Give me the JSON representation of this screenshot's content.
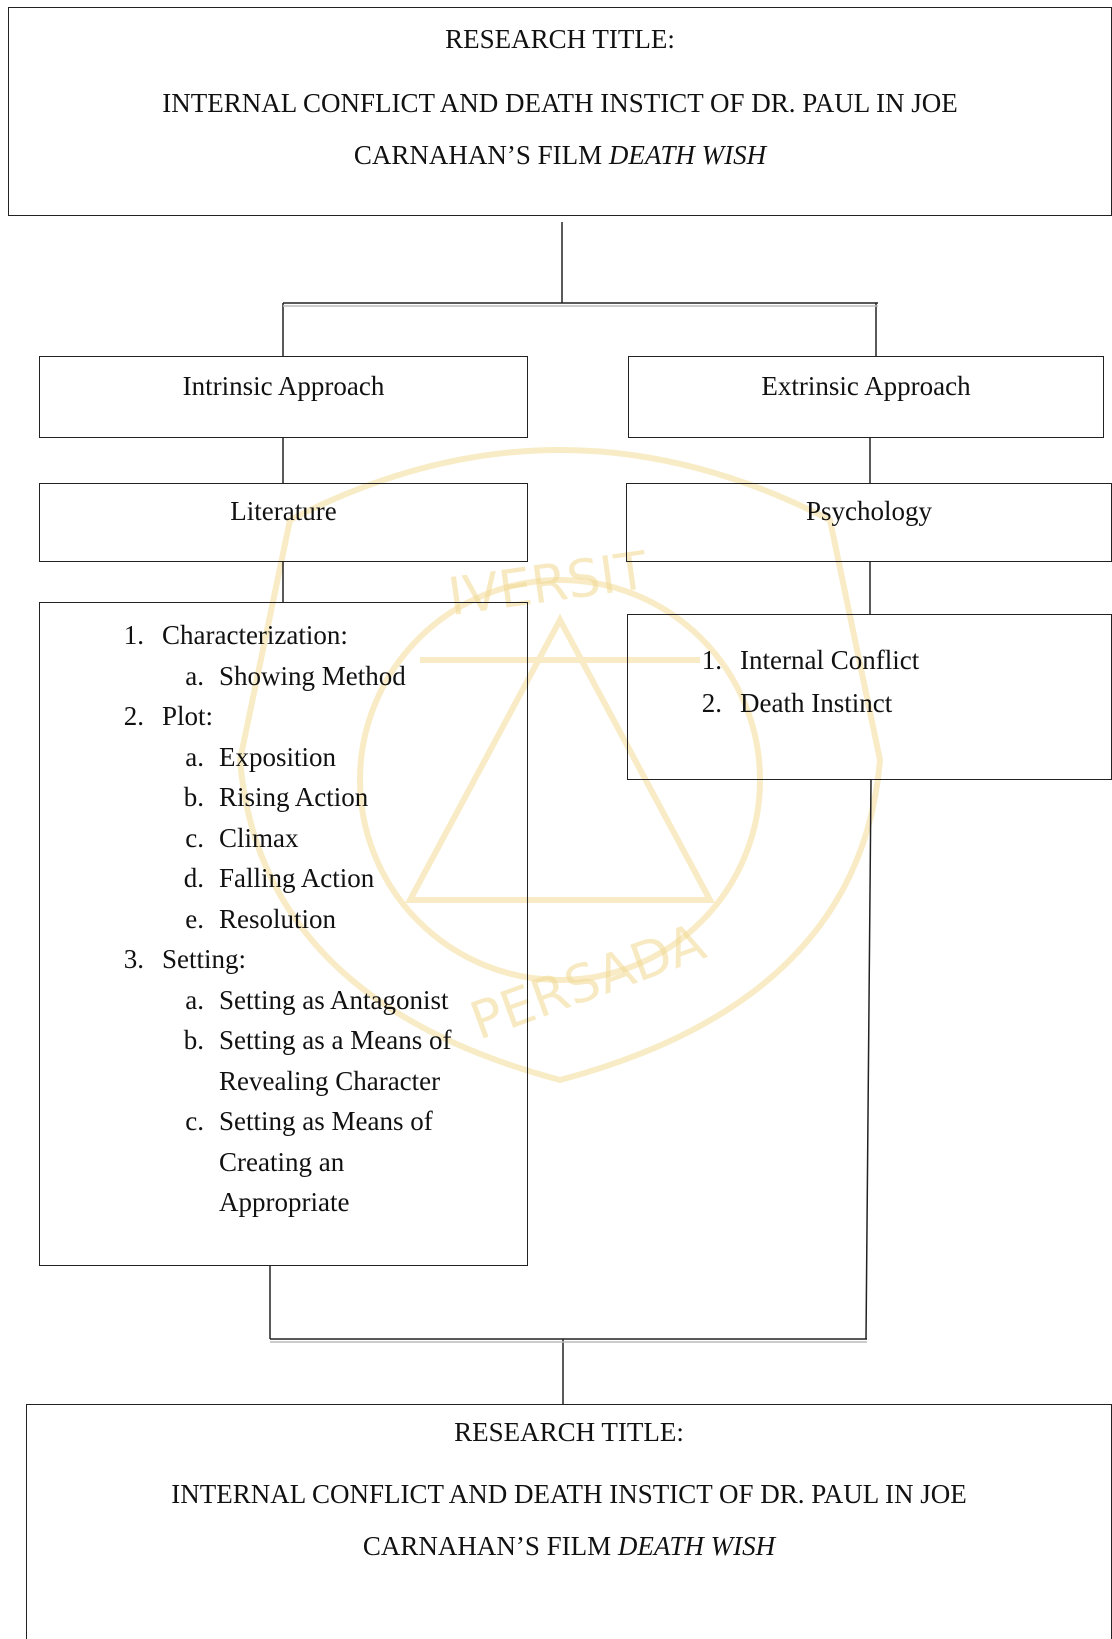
{
  "top_title": {
    "label": "RESEARCH TITLE:",
    "line1": "INTERNAL CONFLICT AND DEATH INSTICT OF DR. PAUL IN JOE",
    "line2_prefix": "CARNAHAN’S FILM ",
    "line2_italic": "DEATH WISH"
  },
  "intrinsic": {
    "approach_label": "Intrinsic Approach",
    "category_label": "Literature",
    "items": [
      {
        "num": "1.",
        "text": "Characterization:",
        "subs": [
          {
            "letter": "a.",
            "text": "Showing Method"
          }
        ]
      },
      {
        "num": "2.",
        "text": "Plot:",
        "subs": [
          {
            "letter": "a.",
            "text": "Exposition"
          },
          {
            "letter": "b.",
            "text": "Rising Action"
          },
          {
            "letter": "c.",
            "text": "Climax"
          },
          {
            "letter": "d.",
            "text": "Falling Action"
          },
          {
            "letter": "e.",
            "text": "Resolution"
          }
        ]
      },
      {
        "num": "3.",
        "text": "Setting:",
        "subs": [
          {
            "letter": "a.",
            "text": "Setting as Antagonist"
          },
          {
            "letter": "b.",
            "text": "Setting as a Means of"
          },
          {
            "letter": "",
            "text": "Revealing Character"
          },
          {
            "letter": "c.",
            "text": "Setting as Means of"
          },
          {
            "letter": "",
            "text": "Creating an"
          },
          {
            "letter": "",
            "text": "Appropriate"
          }
        ]
      }
    ]
  },
  "extrinsic": {
    "approach_label": "Extrinsic Approach",
    "category_label": "Psychology",
    "items": [
      {
        "num": "1.",
        "text": "Internal Conflict"
      },
      {
        "num": "2.",
        "text": "Death Instinct"
      }
    ]
  },
  "bottom_title": {
    "label": "RESEARCH TITLE:",
    "line1": "INTERNAL CONFLICT AND DEATH INSTICT OF DR. PAUL IN JOE",
    "line2_prefix": "CARNAHAN’S FILM ",
    "line2_italic": "DEATH WISH"
  },
  "watermark": {
    "text_top": "IVERSIT",
    "text_bottom": "PERSADA",
    "color": "#f2d27a"
  }
}
